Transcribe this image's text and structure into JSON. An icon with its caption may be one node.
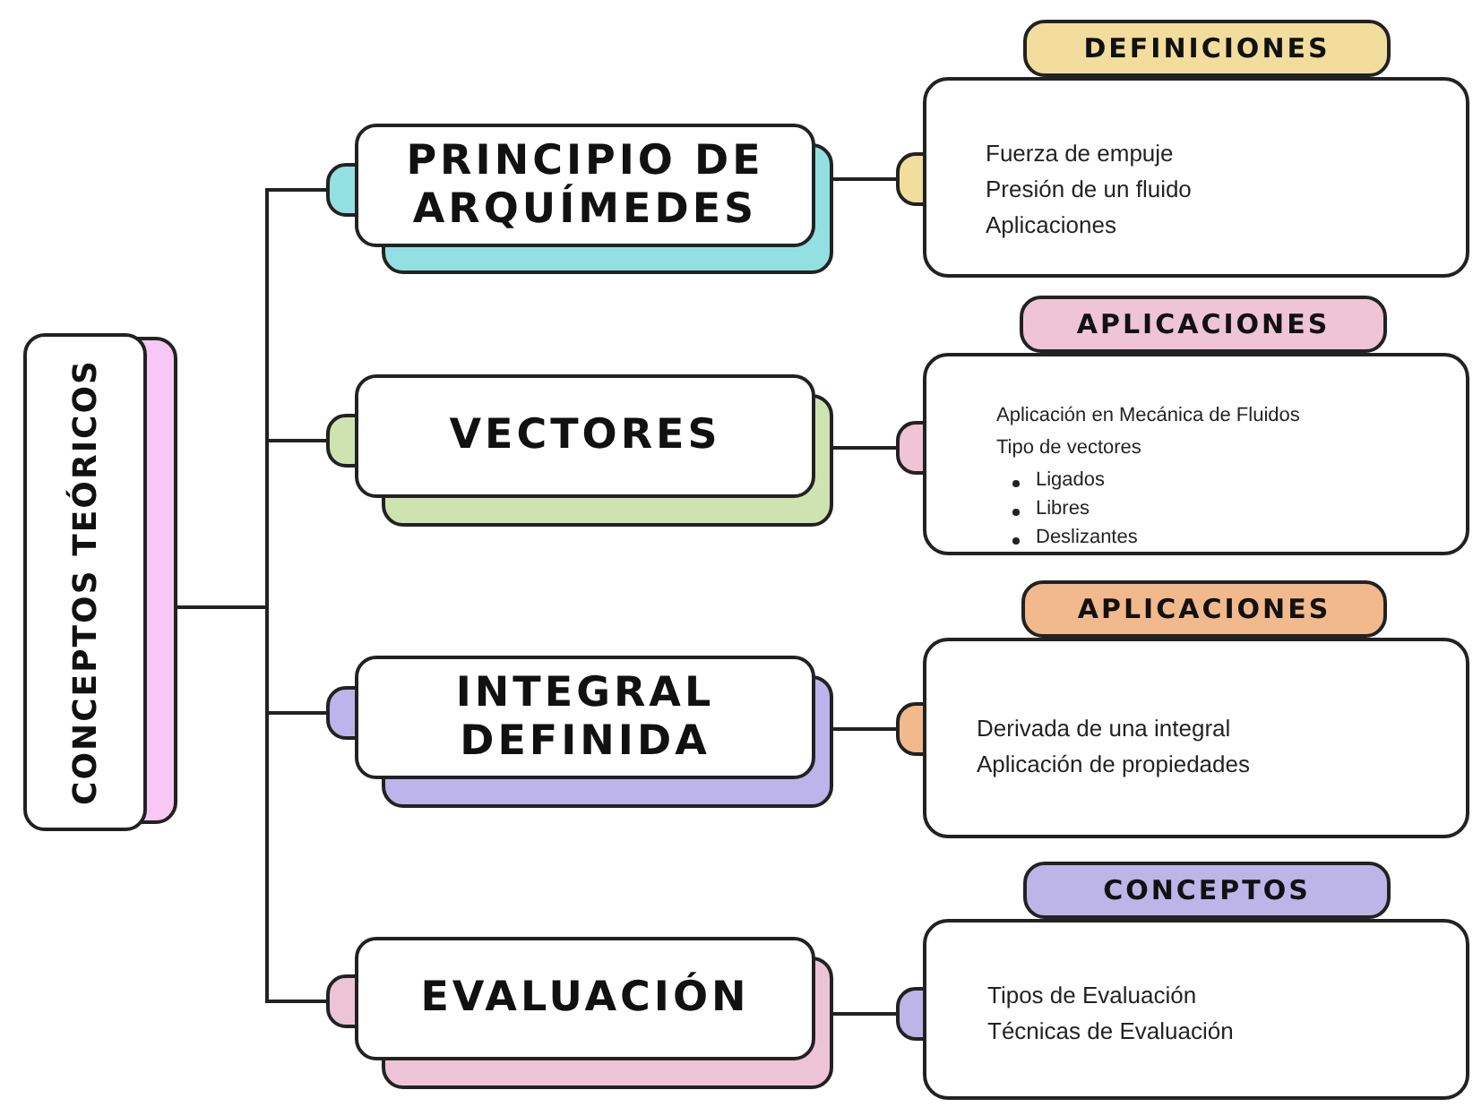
{
  "diagram": {
    "nodes": [
      {
        "text": [
          "CONCEPTOS TEÓRICOS"
        ]
      },
      {
        "text": [
          "PRINCIPIO DE ARQUÍMEDES"
        ]
      },
      {
        "text": [
          "VECTORES"
        ]
      },
      {
        "text": [
          "INTEGRAL DEFINIDA"
        ]
      },
      {
        "text": [
          "EVALUACIÓN"
        ]
      },
      {
        "text": [
          "DEFINICIONES",
          "Fuerza de empuje",
          "Presión de un fluido",
          "Aplicaciones"
        ]
      },
      {
        "text": [
          "APLICACIONES",
          "Aplicación en Mecánica de Fluidos",
          "Tipo de vectores",
          "Ligados",
          "Libres",
          "Deslizantes"
        ]
      },
      {
        "text": [
          "APLICACIONES",
          "Derivada de una integral",
          "Aplicación de propiedades"
        ]
      },
      {
        "text": [
          "CONCEPTOS",
          "Tipos  de Evaluación",
          "Técnicas de Evaluación"
        ]
      }
    ],
    "edges": [
      {
        "from": 0,
        "to": 1,
        "arrow": "other"
      },
      {
        "from": 0,
        "to": 2,
        "arrow": "other"
      },
      {
        "from": 0,
        "to": 3,
        "arrow": "other"
      },
      {
        "from": 0,
        "to": 4,
        "arrow": "other"
      },
      {
        "from": 1,
        "to": 5,
        "arrow": "other"
      },
      {
        "from": 2,
        "to": 6,
        "arrow": "other"
      },
      {
        "from": 3,
        "to": 7,
        "arrow": "other"
      },
      {
        "from": 4,
        "to": 8,
        "arrow": "other"
      }
    ]
  }
}
